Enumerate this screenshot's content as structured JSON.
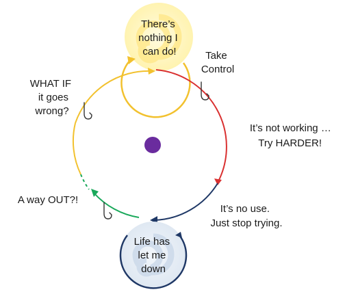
{
  "labels": {
    "top_node": [
      "There’s",
      "nothing I",
      "can do!"
    ],
    "bottom_node": [
      "Life has",
      "let me",
      "down"
    ],
    "take_control": [
      "Take",
      "Control"
    ],
    "not_working": [
      "It’s not working …",
      "Try HARDER!"
    ],
    "no_use": [
      "It’s no use.",
      "Just stop trying."
    ],
    "way_out": [
      "A way OUT?!"
    ],
    "what_if": [
      "WHAT IF",
      "it goes",
      "wrong?"
    ]
  },
  "colors": {
    "yellow": "#f2c12e",
    "red": "#d93030",
    "navy": "#1f3866",
    "green": "#19a85a",
    "center_dot": "#6a2c9e",
    "hook": "#333333"
  },
  "icons": [
    "hook-icon",
    "center-dot"
  ]
}
